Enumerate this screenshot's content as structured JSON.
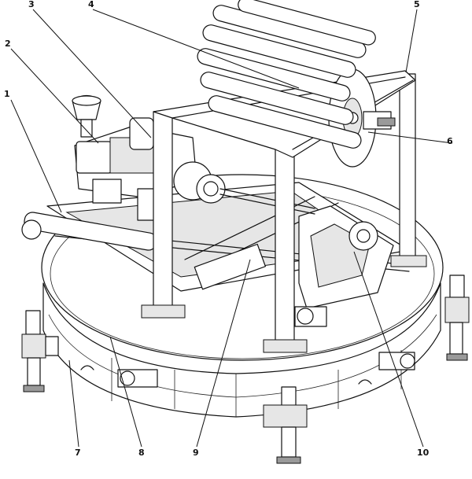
{
  "figure": {
    "callouts": [
      {
        "id": "1",
        "label": "1"
      },
      {
        "id": "2",
        "label": "2"
      },
      {
        "id": "3",
        "label": "3"
      },
      {
        "id": "4",
        "label": "4"
      },
      {
        "id": "5",
        "label": "5"
      },
      {
        "id": "6",
        "label": "6"
      },
      {
        "id": "7",
        "label": "7"
      },
      {
        "id": "8",
        "label": "8"
      },
      {
        "id": "9",
        "label": "9"
      },
      {
        "id": "10",
        "label": "10"
      }
    ]
  }
}
